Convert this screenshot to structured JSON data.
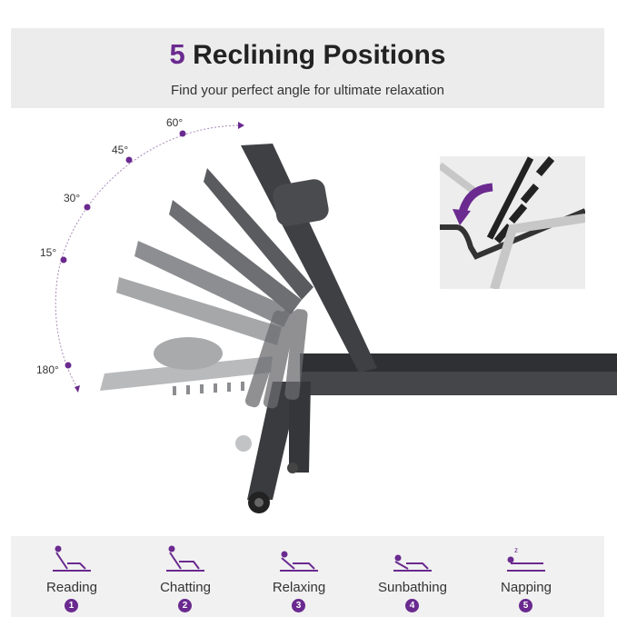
{
  "header": {
    "title_number": "5",
    "title_text": " Reclining Positions",
    "subtitle": "Find your perfect angle for ultimate relaxation"
  },
  "angles": [
    "60°",
    "45°",
    "30°",
    "15°",
    "180°"
  ],
  "positions": [
    {
      "label": "Reading",
      "number": "1",
      "icon": "reading-icon"
    },
    {
      "label": "Chatting",
      "number": "2",
      "icon": "chatting-icon"
    },
    {
      "label": "Relaxing",
      "number": "3",
      "icon": "relaxing-icon"
    },
    {
      "label": "Sunbathing",
      "number": "4",
      "icon": "sunbathing-icon"
    },
    {
      "label": "Napping",
      "number": "5",
      "icon": "napping-icon"
    }
  ],
  "colors": {
    "accent": "#6a2a8f",
    "frame": "#3a3b3e",
    "header_bg": "#ececec"
  }
}
